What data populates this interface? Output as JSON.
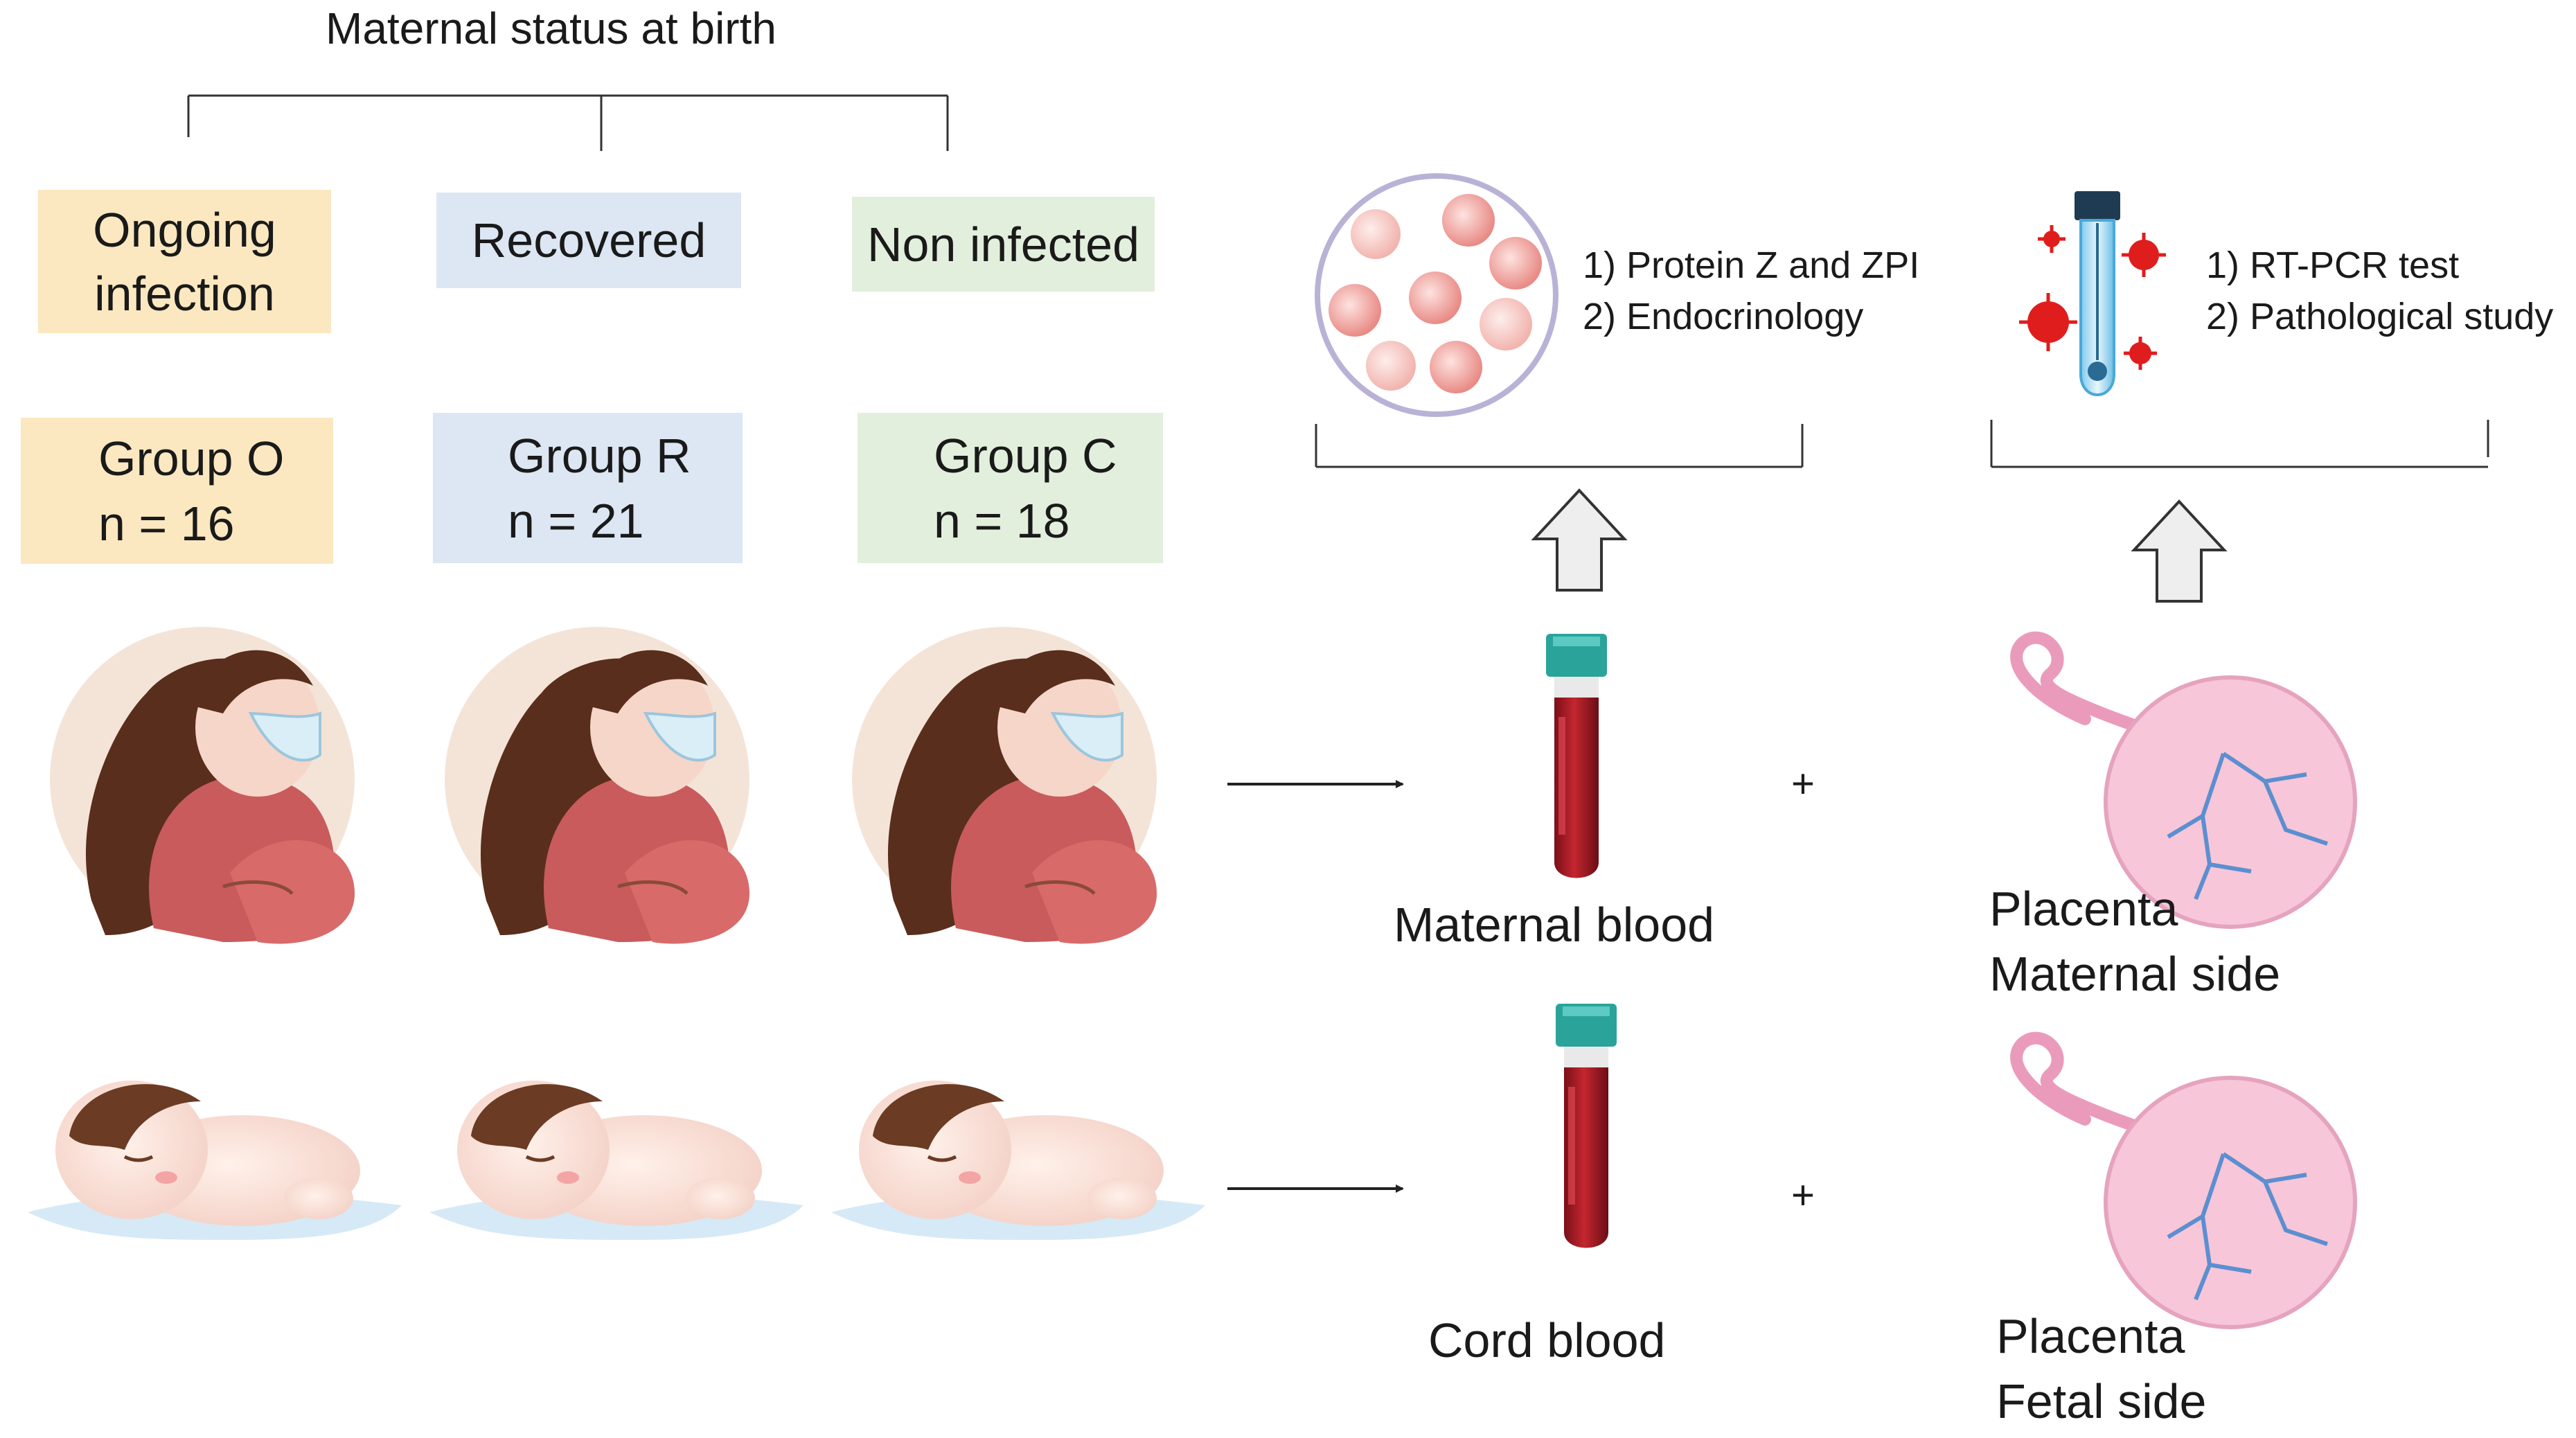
{
  "title": "Maternal status at birth",
  "categories": [
    {
      "lines": [
        "Ongoing",
        "infection"
      ],
      "color": "#fbe8c0"
    },
    {
      "lines": [
        "Recovered"
      ],
      "color": "#dde7f3"
    },
    {
      "lines": [
        "Non infected"
      ],
      "color": "#e2efdc"
    }
  ],
  "groups": [
    {
      "name": "Group O",
      "n": "n = 16",
      "color": "#fbe8c0"
    },
    {
      "name": "Group R",
      "n": "n = 21",
      "color": "#dde7f3"
    },
    {
      "name": "Group C",
      "n": "n =  18",
      "color": "#e2efdc"
    }
  ],
  "samples": {
    "maternal_blood": "Maternal blood",
    "cord_blood": "Cord blood",
    "placenta_maternal": [
      "Placenta",
      "Maternal side"
    ],
    "placenta_fetal": [
      "Placenta",
      "Fetal side"
    ],
    "plus": "+"
  },
  "analyses": {
    "blood": [
      "1) Protein Z and ZPI",
      "2) Endocrinology"
    ],
    "placenta": [
      "1) RT-PCR test",
      "2) Pathological study"
    ]
  }
}
